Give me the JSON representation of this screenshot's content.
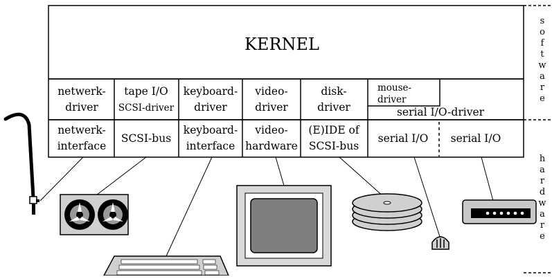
{
  "kernel": {
    "label": "KERNEL"
  },
  "drivers": [
    {
      "line1": "netwerk-",
      "line2": "driver"
    },
    {
      "line1": "tape I/O",
      "line2": "SCSI-driver"
    },
    {
      "line1": "keyboard-",
      "line2": "driver"
    },
    {
      "line1": "video-",
      "line2": "driver"
    },
    {
      "line1": "disk-",
      "line2": "driver"
    },
    {
      "line1": "mouse-",
      "line2": "driver"
    },
    {
      "line1": "serial I/O-driver"
    }
  ],
  "interfaces": [
    {
      "line1": "netwerk-",
      "line2": "interface"
    },
    {
      "line1": "SCSI-bus"
    },
    {
      "line1": "keyboard-",
      "line2": "interface"
    },
    {
      "line1": "video-",
      "line2": "hardware"
    },
    {
      "line1": "(E)IDE of",
      "line2": "SCSI-bus"
    },
    {
      "line1": "serial I/O"
    },
    {
      "line1": "serial I/O"
    }
  ],
  "side_labels": {
    "software": [
      "s",
      "o",
      "f",
      "t",
      "w",
      "a",
      "r",
      "e"
    ],
    "hardware": [
      "h",
      "a",
      "r",
      "d",
      "w",
      "a",
      "r",
      "e"
    ]
  },
  "devices": [
    "network-cable-icon",
    "tape-drive-icon",
    "keyboard-icon",
    "monitor-icon",
    "disk-stack-icon",
    "mouse-icon",
    "modem-icon"
  ]
}
